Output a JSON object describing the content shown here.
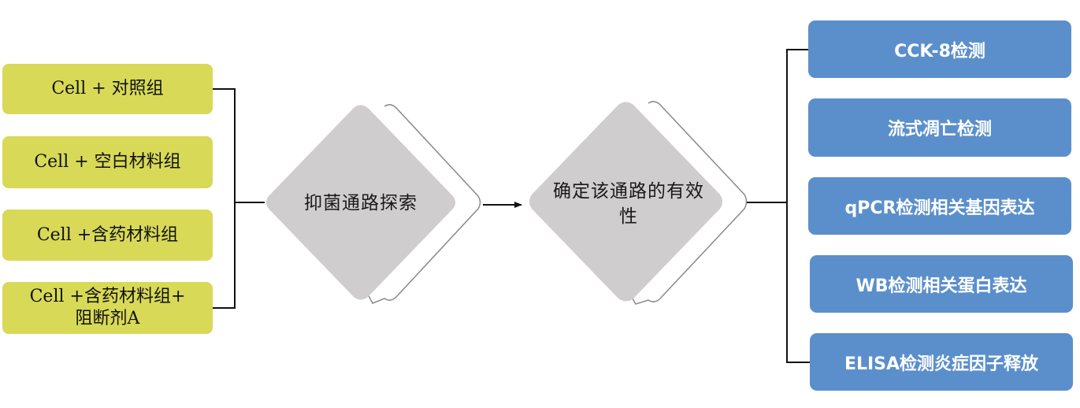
{
  "colors": {
    "group_fill": "#d8d957",
    "diamond_fill": "#cfcdcd",
    "diamond_outline": "#8a8a8a",
    "assay_fill": "#5b8fcb",
    "connector": "#111111"
  },
  "groups": [
    {
      "label": "Cell + 对照组"
    },
    {
      "label": "Cell + 空白材料组"
    },
    {
      "label": "Cell +含药材料组"
    },
    {
      "label": "Cell +含药材料组+\n阻断剂A"
    }
  ],
  "steps": [
    {
      "label": "抑菌通路探索"
    },
    {
      "label": "确定该通路的有效性"
    }
  ],
  "assays": [
    {
      "label": "CCK-8检测"
    },
    {
      "label": "流式凋亡检测"
    },
    {
      "label": "qPCR检测相关基因表达"
    },
    {
      "label": "WB检测相关蛋白表达"
    },
    {
      "label": "ELISA检测炎症因子释放"
    }
  ]
}
